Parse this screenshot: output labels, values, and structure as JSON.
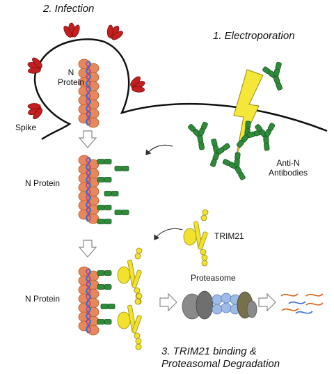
{
  "steps": {
    "infection": "2. Infection",
    "electroporation": "1. Electroporation",
    "degradation_line1": "3. TRIM21 binding &",
    "degradation_line2": "Proteasomal Degradation"
  },
  "labels": {
    "n_protein_top_line1": "N",
    "n_protein_top_line2": "Protein",
    "spike": "Spike",
    "anti_n_line1": "Anti-N",
    "anti_n_line2": "Antibodies",
    "n_protein_mid": "N Protein",
    "trim21": "TRIM21",
    "proteasome": "Proteasome",
    "n_protein_bottom": "N Protein"
  },
  "colors": {
    "n_protein": "#e8885a",
    "antibody": "#2f8a3a",
    "trim21": "#f2e22e",
    "lightning": "#f5e63a",
    "rna": "#3a6fd0",
    "spike": "#c41f1f",
    "proteasome_core": "#9dbbe6",
    "proteasome_cap": "#707070"
  }
}
